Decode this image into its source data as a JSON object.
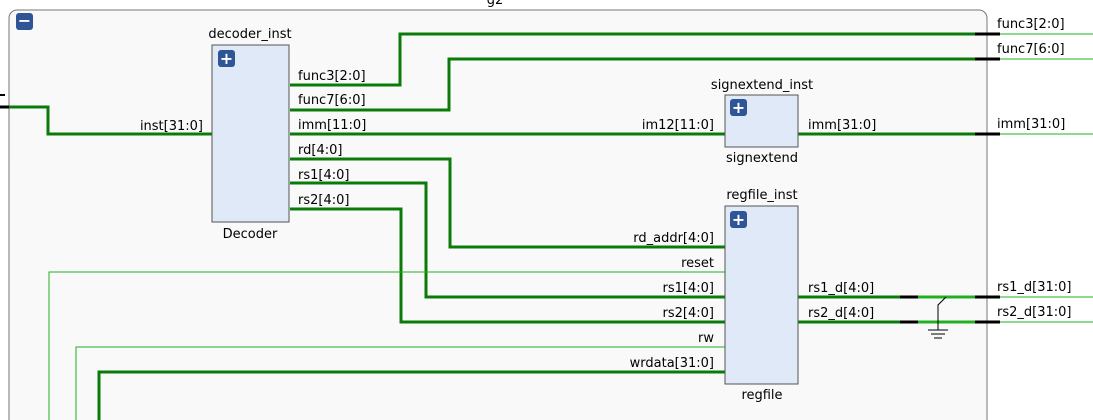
{
  "top_title": "g2",
  "block": {
    "collapse_glyph": "−"
  },
  "decoder": {
    "instance": "decoder_inst",
    "type": "Decoder",
    "expand_glyph": "+",
    "input": "inst[31:0]",
    "outputs": [
      "func3[2:0]",
      "func7[6:0]",
      "imm[11:0]",
      "rd[4:0]",
      "rs1[4:0]",
      "rs2[4:0]"
    ]
  },
  "signextend": {
    "instance": "signextend_inst",
    "type": "signextend",
    "expand_glyph": "+",
    "input": "im12[11:0]",
    "output": "imm[31:0]"
  },
  "regfile": {
    "instance": "regfile_inst",
    "type": "regfile",
    "expand_glyph": "+",
    "inputs": [
      "rd_addr[4:0]",
      "reset",
      "rs1[4:0]",
      "rs2[4:0]",
      "rw",
      "wrdata[31:0]"
    ],
    "outputs": [
      "rs1_d[4:0]",
      "rs2_d[4:0]"
    ]
  },
  "ports": {
    "outputs": [
      "func3[2:0]",
      "func7[6:0]",
      "imm[31:0]",
      "rs1_d[31:0]",
      "rs2_d[31:0]"
    ]
  },
  "colors": {
    "wire": "#0a7a0a",
    "wire_bright": "#22b022",
    "block_fill": "#f9f9f9",
    "cell_fill": "#dfe9f8",
    "button": "#2f5597"
  }
}
